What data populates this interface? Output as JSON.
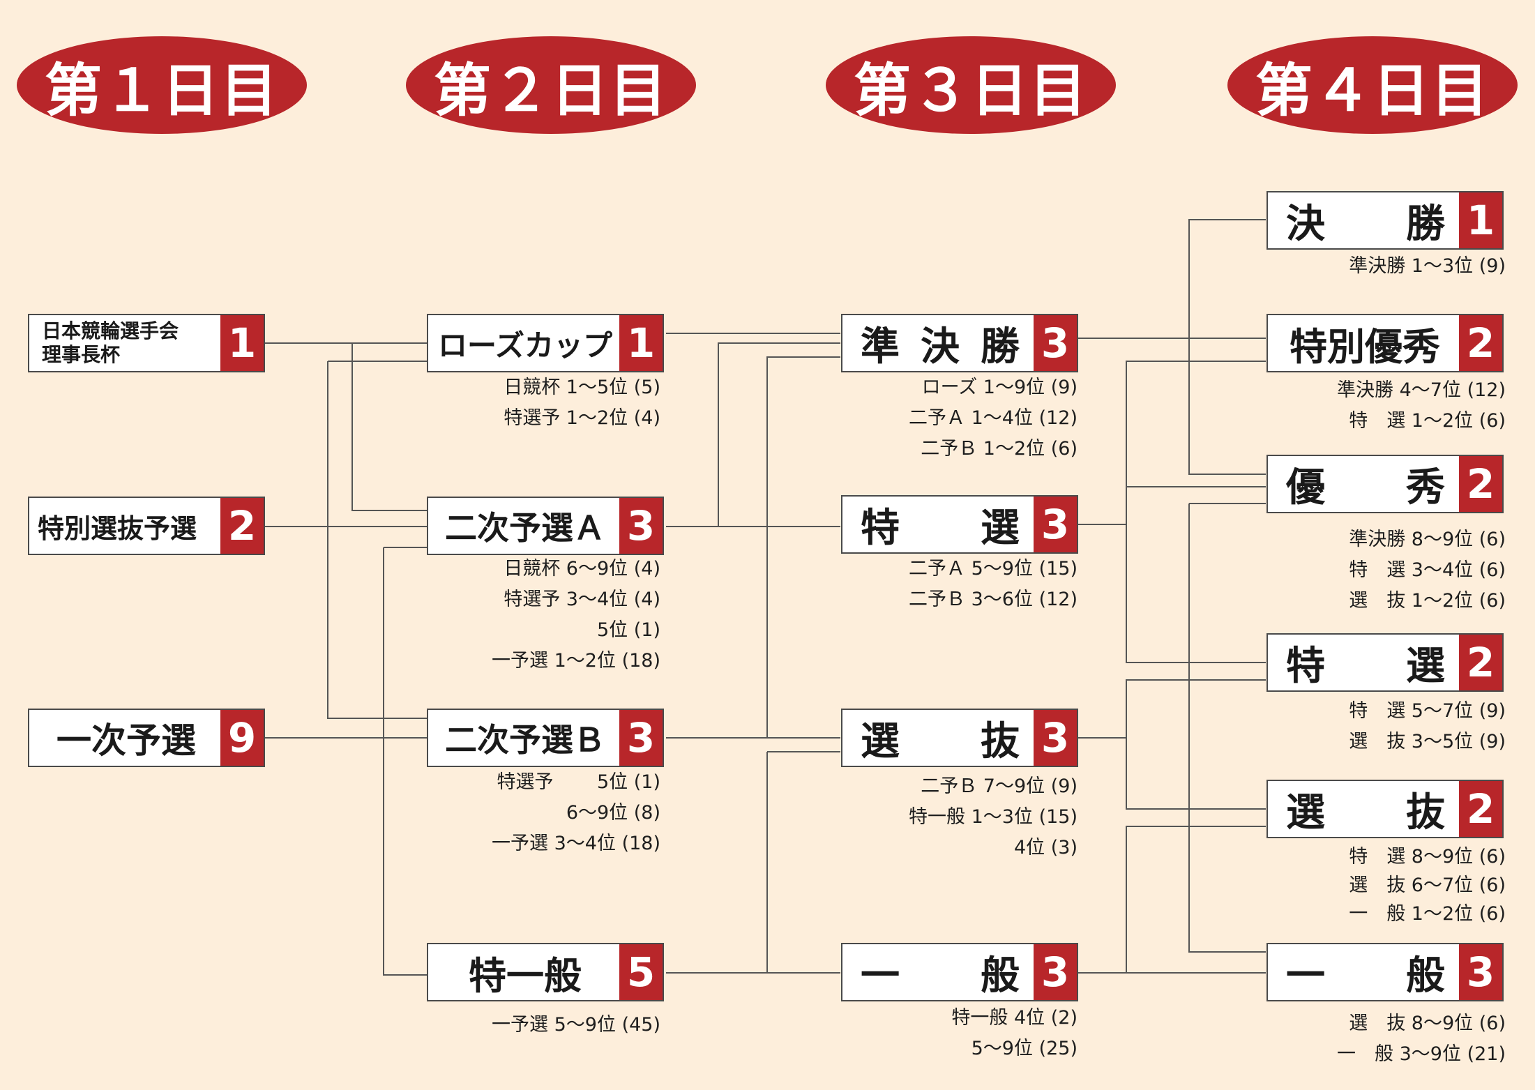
{
  "days": [
    "第１日目",
    "第２日目",
    "第３日目",
    "第４日目"
  ],
  "races": {
    "nikkeihai": {
      "name_line1": "日本競輪選手会",
      "name_line2": "理事長杯",
      "count": "1"
    },
    "tokusen_yosen": {
      "name": "特別選抜予選",
      "count": "2"
    },
    "ichiji_yosen": {
      "name": "一次予選",
      "count": "9"
    },
    "rose_cup": {
      "name": "ローズカップ",
      "count": "1",
      "quals": [
        "日競杯 1～5位 (5)",
        "特選予 1～2位 (4)"
      ]
    },
    "niji_a": {
      "name": "二次予選Ａ",
      "count": "3",
      "quals": [
        "日競杯 6～9位 (4)",
        "特選予 3～4位 (4)",
        "5位 (1)",
        "一予選 1～2位 (18)"
      ]
    },
    "niji_b": {
      "name": "二次予選Ｂ",
      "count": "3",
      "quals": [
        "特選予　　 5位 (1)",
        "6～9位 (8)",
        "一予選 3～4位 (18)"
      ]
    },
    "toku_ippan": {
      "name": "特一般",
      "count": "5",
      "quals": [
        "一予選 5～9位 (45)"
      ]
    },
    "jun_kessho": {
      "name_parts": [
        "準",
        "決",
        "勝"
      ],
      "count": "3",
      "quals": [
        "ローズ 1～9位 (9)",
        "二予Ａ 1～4位 (12)",
        "二予Ｂ 1～2位 (6)"
      ]
    },
    "tokusen3": {
      "name_parts": [
        "特",
        "選"
      ],
      "count": "3",
      "quals": [
        "二予Ａ 5～9位 (15)",
        "二予Ｂ 3～6位 (12)"
      ]
    },
    "senbatsu3": {
      "name_parts": [
        "選",
        "抜"
      ],
      "count": "3",
      "quals": [
        "二予Ｂ 7～9位 (9)",
        "特一般 1～3位 (15)",
        "4位 (3)"
      ]
    },
    "ippan3": {
      "name_parts": [
        "一",
        "般"
      ],
      "count": "3",
      "quals": [
        "特一般 4位 (2)",
        "5～9位 (25)"
      ]
    },
    "kessho": {
      "name_parts": [
        "決",
        "勝"
      ],
      "count": "1",
      "quals": [
        "準決勝 1～3位 (9)"
      ]
    },
    "tokubetsu_yushu": {
      "name": "特別優秀",
      "count": "2",
      "quals": [
        "準決勝 4～7位 (12)",
        "特　選 1～2位 (6)"
      ]
    },
    "yushu": {
      "name_parts": [
        "優",
        "秀"
      ],
      "count": "2",
      "quals": [
        "準決勝 8～9位 (6)",
        "特　選 3～4位 (6)",
        "選　抜 1～2位 (6)"
      ]
    },
    "tokusen4": {
      "name_parts": [
        "特",
        "選"
      ],
      "count": "2",
      "quals": [
        "特　選 5～7位 (9)",
        "選　抜 3～5位 (9)"
      ]
    },
    "senbatsu4": {
      "name_parts": [
        "選",
        "抜"
      ],
      "count": "2",
      "quals": [
        "特　選 8～9位 (6)",
        "選　抜 6～7位 (6)",
        "一　般 1～2位 (6)"
      ]
    },
    "ippan4": {
      "name_parts": [
        "一",
        "般"
      ],
      "count": "3",
      "quals": [
        "選　抜 8～9位 (6)",
        "一　般 3～9位 (21)"
      ]
    }
  }
}
